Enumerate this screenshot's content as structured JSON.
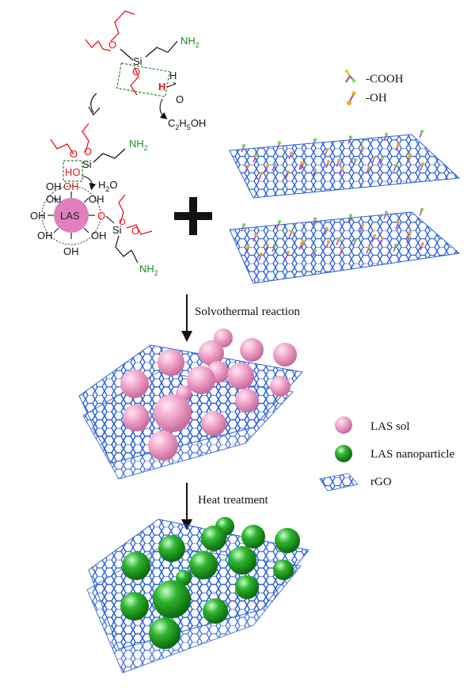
{
  "chemistry": {
    "si": "Si",
    "nh2": "NH",
    "nh2_sub": "2",
    "h": "H",
    "o": "O",
    "c2h5oh_c": "C",
    "c2h5oh_sub1": "2",
    "c2h5oh_h": "H",
    "c2h5oh_sub2": "5",
    "c2h5oh_oh": "OH",
    "ho": "HO",
    "oh": "OH",
    "h2o_h": "H",
    "h2o_sub": "2",
    "h2o_o": "O",
    "las": "LAS"
  },
  "legend_groups": {
    "cooh": "-COOH",
    "oh": "-OH"
  },
  "steps": {
    "step1": "Solvothermal reaction",
    "step2": "Heat treatment"
  },
  "legend": {
    "las_sol": "LAS sol",
    "las_nanoparticle": "LAS nanoparticle",
    "rgo": "rGO"
  },
  "colors": {
    "red": "#e8121a",
    "green": "#1a8c1a",
    "graphene": "#2a5fd6",
    "las_pink": "#e07fbf",
    "sol_pink": "#f2a9cd",
    "np_green": "#2fb52f"
  }
}
